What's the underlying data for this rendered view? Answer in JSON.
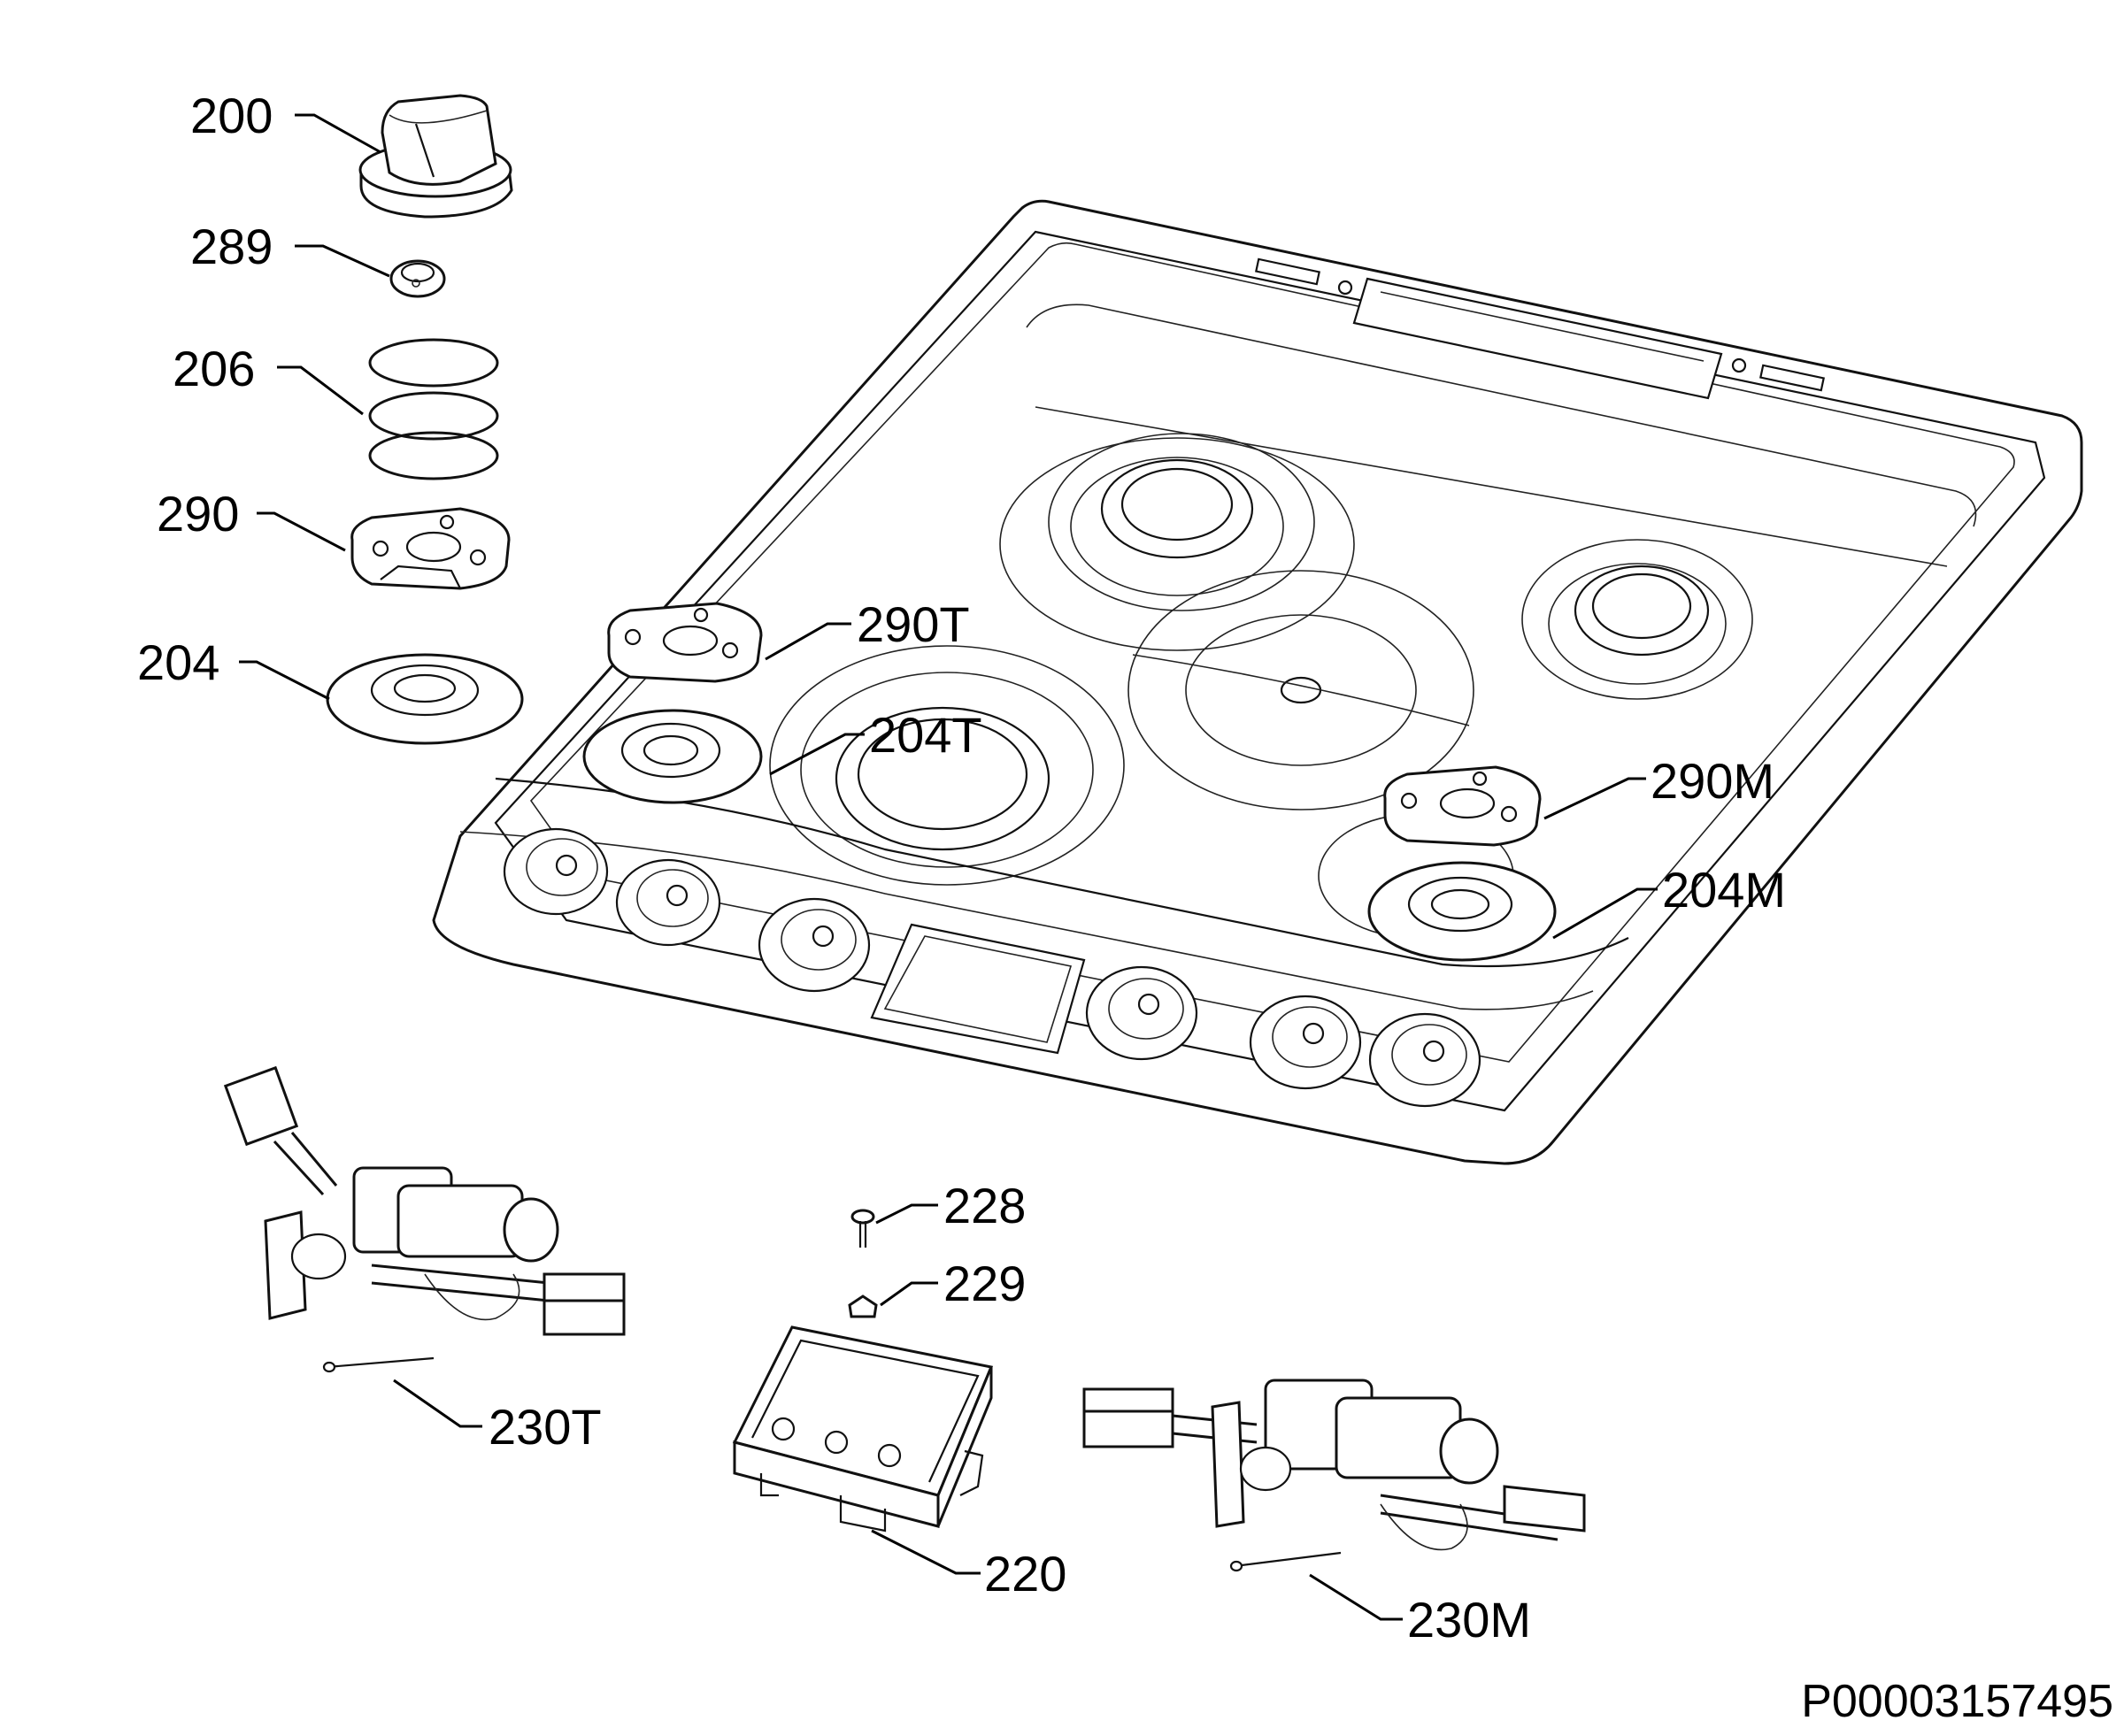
{
  "diagram": {
    "document_id": "P00003157495",
    "labels": [
      {
        "id": "200",
        "text": "200"
      },
      {
        "id": "289",
        "text": "289"
      },
      {
        "id": "206",
        "text": "206"
      },
      {
        "id": "290",
        "text": "290"
      },
      {
        "id": "204",
        "text": "204"
      },
      {
        "id": "290T",
        "text": "290T"
      },
      {
        "id": "204T",
        "text": "204T"
      },
      {
        "id": "290M",
        "text": "290M"
      },
      {
        "id": "204M",
        "text": "204M"
      },
      {
        "id": "228",
        "text": "228"
      },
      {
        "id": "229",
        "text": "229"
      },
      {
        "id": "230T",
        "text": "230T"
      },
      {
        "id": "220",
        "text": "220"
      },
      {
        "id": "230M",
        "text": "230M"
      }
    ]
  }
}
